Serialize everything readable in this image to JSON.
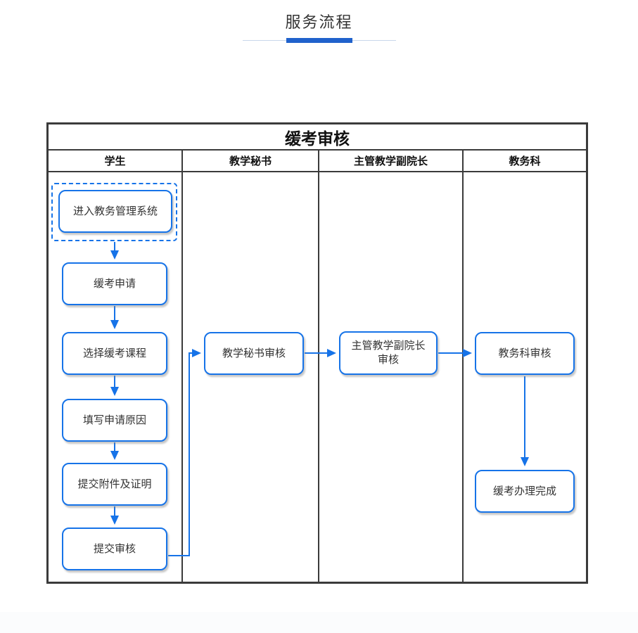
{
  "page": {
    "title": "服务流程"
  },
  "colors": {
    "accent_blue": "#1673e8",
    "accent_bar": "#2062cc",
    "underline_line": "#c9d7eb",
    "table_border": "#3b3b3b",
    "text_dark": "#333333"
  },
  "diagram": {
    "title": "缓考审核",
    "lanes": [
      {
        "label": "学生"
      },
      {
        "label": "教学秘书"
      },
      {
        "label": "主管教学副院长"
      },
      {
        "label": "教务科"
      }
    ],
    "nodes": {
      "enter_system": {
        "label": "进入教务管理系统"
      },
      "apply": {
        "label": "缓考申请"
      },
      "select_course": {
        "label": "选择缓考课程"
      },
      "fill_reason": {
        "label": "填写申请原因"
      },
      "submit_attachments": {
        "label": "提交附件及证明"
      },
      "submit_review": {
        "label": "提交审核"
      },
      "secretary_review": {
        "label": "教学秘书审核"
      },
      "vice_dean_review": {
        "line1": "主管教学副院长",
        "line2": "审核"
      },
      "academic_office_review": {
        "label": "教务科审核"
      },
      "complete": {
        "label": "缓考办理完成"
      }
    },
    "edges": [
      {
        "from": "enter_system",
        "to": "apply"
      },
      {
        "from": "apply",
        "to": "select_course"
      },
      {
        "from": "select_course",
        "to": "fill_reason"
      },
      {
        "from": "fill_reason",
        "to": "submit_attachments"
      },
      {
        "from": "submit_attachments",
        "to": "submit_review"
      },
      {
        "from": "submit_review",
        "to": "secretary_review"
      },
      {
        "from": "secretary_review",
        "to": "vice_dean_review"
      },
      {
        "from": "vice_dean_review",
        "to": "academic_office_review"
      },
      {
        "from": "academic_office_review",
        "to": "complete"
      }
    ]
  }
}
